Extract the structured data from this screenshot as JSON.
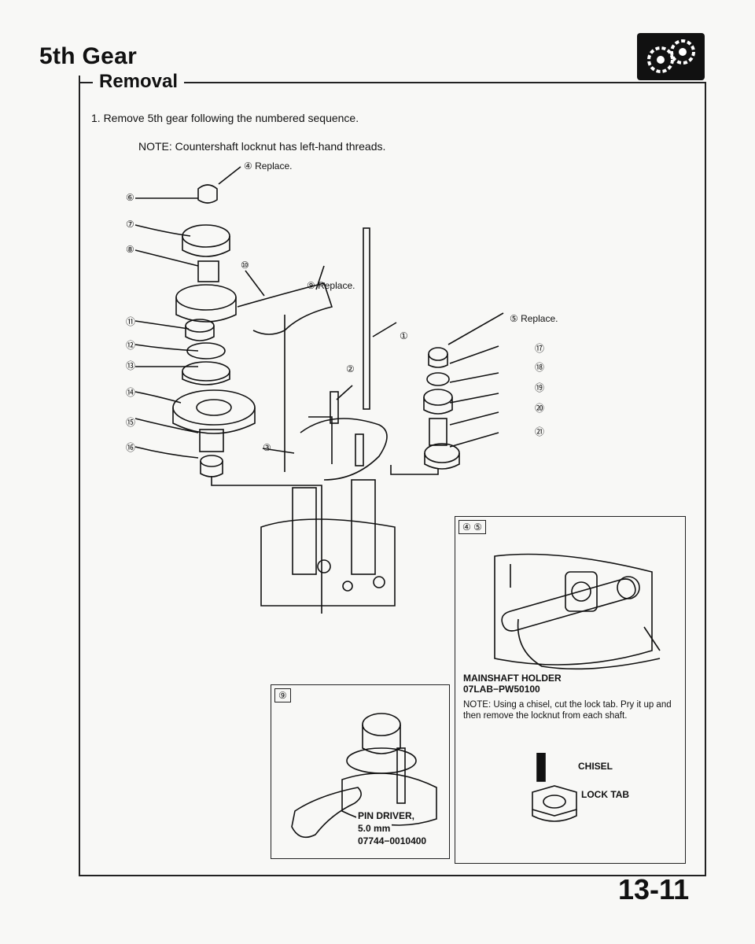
{
  "header": {
    "title": "5th Gear",
    "subtitle": "Removal",
    "section_icon": "gear-pair-icon"
  },
  "instructions": {
    "step": "1.  Remove 5th gear following the numbered sequence.",
    "note": "NOTE:  Countershaft locknut has left-hand threads."
  },
  "callouts": {
    "replace_4": "④ Replace.",
    "replace_9": "⑨ Replace.",
    "replace_5": "⑤ Replace.",
    "n1": "①",
    "n2": "②",
    "n3": "③",
    "n6": "⑥",
    "n7": "⑦",
    "n8": "⑧",
    "n10": "⑩",
    "n11": "⑪",
    "n12": "⑫",
    "n13": "⑬",
    "n14": "⑭",
    "n15": "⑮",
    "n16": "⑯",
    "n17": "⑰",
    "n18": "⑱",
    "n19": "⑲",
    "n20": "⑳",
    "n21": "㉑"
  },
  "inset_45": {
    "tag": "④ ⑤",
    "tool_name": "MAINSHAFT HOLDER",
    "tool_number": "07LAB−PW50100",
    "note": "NOTE: Using a chisel, cut the lock tab. Pry it up and then remove the locknut from each shaft.",
    "chisel_label": "CHISEL",
    "lock_tab_label": "LOCK TAB"
  },
  "inset_9": {
    "tag": "⑨",
    "tool_name": "PIN DRIVER,",
    "tool_size": "5.0 mm",
    "tool_number": "07744−0010400"
  },
  "footer": {
    "page_number": "13-11"
  }
}
